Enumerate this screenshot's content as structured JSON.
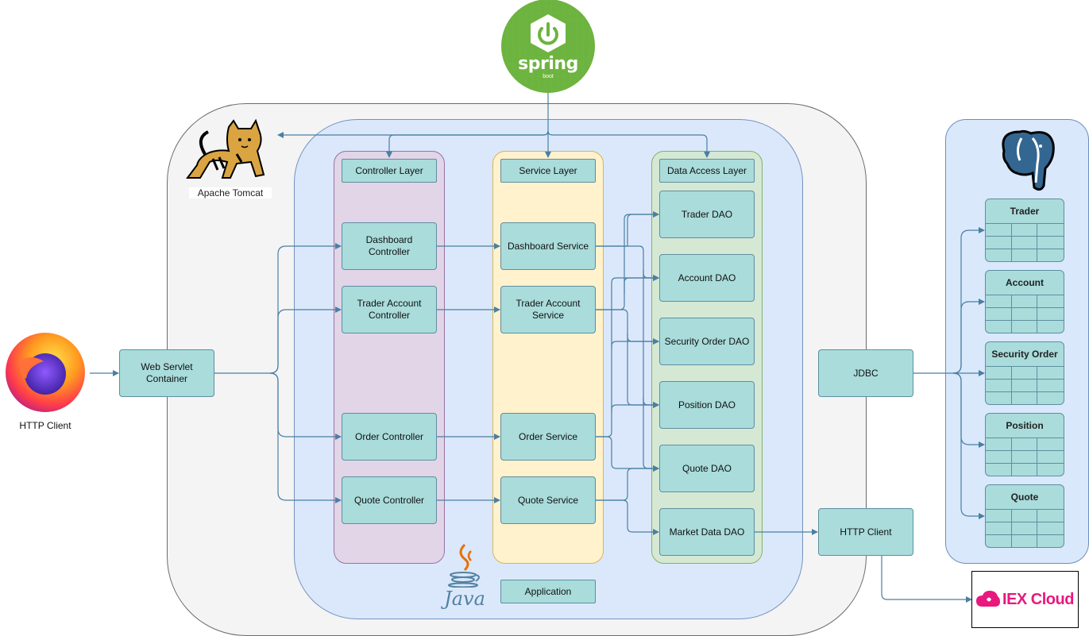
{
  "logos": {
    "spring": {
      "name": "spring",
      "sub": "boot"
    },
    "tomcat": {
      "caption": "Apache Tomcat"
    },
    "java": {
      "caption": "Java"
    },
    "iex": {
      "brand": "IEX Cloud",
      "color": "#e8187e"
    }
  },
  "client": {
    "label": "HTTP Client"
  },
  "servlet": {
    "label": "Web Servlet Container"
  },
  "layers": {
    "controller": {
      "title": "Controller Layer",
      "items": [
        "Dashboard Controller",
        "Trader Account Controller",
        "Order Controller",
        "Quote Controller"
      ]
    },
    "service": {
      "title": "Service Layer",
      "items": [
        "Dashboard Service",
        "Trader Account Service",
        "Order Service",
        "Quote Service"
      ]
    },
    "dao": {
      "title": "Data Access Layer",
      "items": [
        "Trader DAO",
        "Account DAO",
        "Security Order DAO",
        "Position DAO",
        "Quote DAO",
        "Market Data DAO"
      ]
    }
  },
  "application": {
    "label": "Application"
  },
  "jdbc": {
    "label": "JDBC"
  },
  "http_client_out": {
    "label": "HTTP Client"
  },
  "database": {
    "tables": [
      "Trader",
      "Account",
      "Security Order",
      "Position",
      "Quote"
    ]
  },
  "colors": {
    "node_fill": "#a9dcdb",
    "node_stroke": "#5e8fa0",
    "edge": "#4a7fa3",
    "tomcat_bg": "#f4f4f4",
    "app_bg": "#dae8fc",
    "controller_bg": "#e1d5e7",
    "service_bg": "#fff2cc",
    "dao_bg": "#d5e8d4",
    "db_bg": "#dae8fc",
    "spring_green": "#6db33f"
  }
}
